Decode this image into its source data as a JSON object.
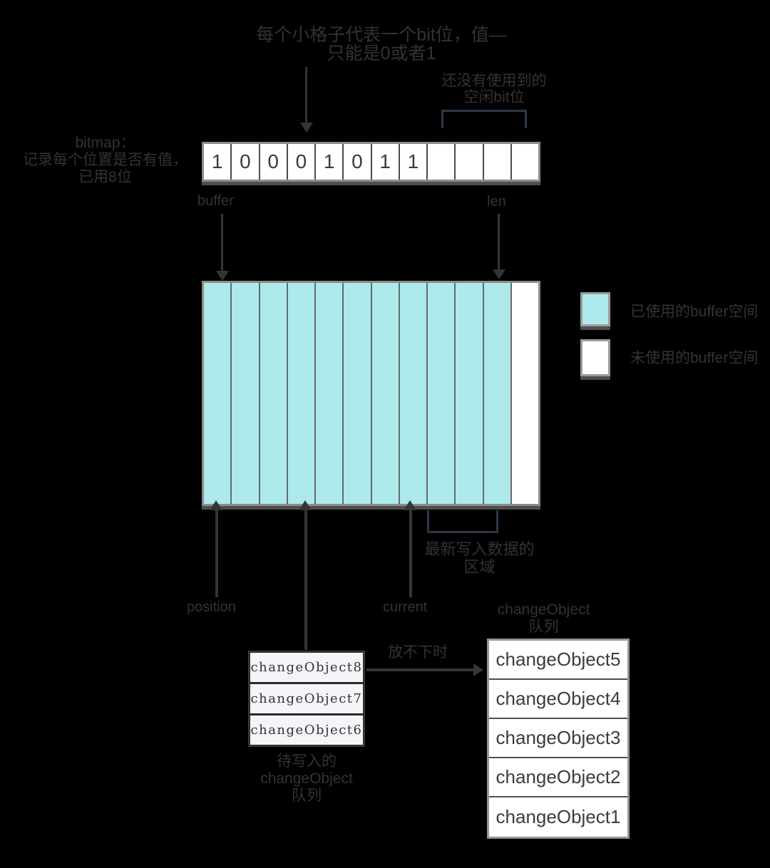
{
  "colors": {
    "background": "#000000",
    "label_text": "#333333",
    "used_fill": "#aeeaec",
    "free_fill": "#ffffff",
    "frame_border": "#8c8c8c",
    "arrow": "#353535",
    "brace": "#2b3947"
  },
  "bit_array": {
    "cells": [
      "1",
      "0",
      "0",
      "0",
      "1",
      "0",
      "1",
      "1",
      "",
      "",
      "",
      ""
    ]
  },
  "buffer_grid": {
    "total_columns": 12,
    "used_columns": 11,
    "free_columns": 1
  },
  "labels": {
    "top_center_line1": "每个小格子代表一个bit位，值—",
    "top_center_line2": "只能是0或者1",
    "top_right_line1": "还没有使用到的",
    "top_right_line2": "空闲bit位",
    "left_line1": "bitmap：",
    "left_line2": "记录每个位置是否有值，",
    "left_line3": "已用8位",
    "buffer": "buffer",
    "len": "len",
    "position": "position",
    "current": "current",
    "brace_line1": "最新写入数据的",
    "brace_line2": "区域",
    "overflow": "放不下时",
    "queue_top_line1": "changeObject",
    "queue_top_line2": "队列",
    "stack_bottom_line1": "待写入的changeObject",
    "stack_bottom_line2": "队列"
  },
  "legend": {
    "items": [
      {
        "swatch": "used",
        "label": "已使用的buffer空间"
      },
      {
        "swatch": "free",
        "label": "未使用的buffer空间"
      }
    ]
  },
  "pending_stack": [
    "changeObject8",
    "changeObject7",
    "changeObject6"
  ],
  "merged_list": [
    "changeObject5",
    "changeObject4",
    "changeObject3",
    "changeObject2",
    "changeObject1"
  ]
}
